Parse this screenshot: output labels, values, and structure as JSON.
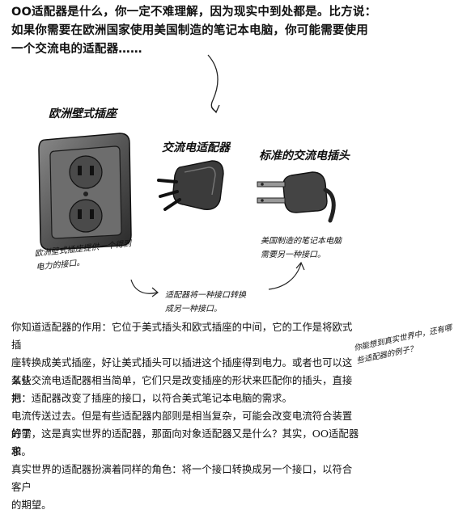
{
  "intro": {
    "line1": "OO适配器是什么，你一定不难理解，因为现实中到处都是。比方说：",
    "line2": "如果你需要在欧洲国家使用美国制造的笔记本电脑，你可能需要使用",
    "line3": "一个交流电的适配器……"
  },
  "labels": {
    "socket_title": "欧洲壁式插座",
    "adapter_title": "交流电适配器",
    "plug_title": "标准的交流电插头"
  },
  "captions": {
    "socket_line1": "欧洲壁式插座提供一个得到",
    "socket_line2": "电力的接口。",
    "adapter_line1": "适配器将一种接口转换",
    "adapter_line2": "成另一种接口。",
    "plug_line1": "美国制造的笔记本电脑",
    "plug_line2": "需要另一种接口。"
  },
  "side_note": {
    "line1": "你能想到真实世界中，还有哪",
    "line2": "些适配器的例子？"
  },
  "paragraphs": {
    "p1_l1": "你知道适配器的作用：它位于美式插头和欧式插座的中间，它的工作是将欧式插",
    "p1_l2": "座转换成美式插座，好让美式插头可以插进这个插座得到电力。或者也可以这么认",
    "p1_l3": "为：适配器改变了插座的接口，以符合美式笔记本电脑的需求。",
    "p2_l1": "某些交流电适配器相当简单，它们只是改变插座的形状来匹配你的插头，直接把",
    "p2_l2": "电流传送过去。但是有些适配器内部则是相当复杂，可能会改变电流符合装置的需",
    "p2_l3": "求。",
    "p3_l1": "好了，这是真实世界的适配器，那面向对象适配器又是什么？其实，OO适配器和",
    "p3_l2": "真实世界的适配器扮演着同样的角色：将一个接口转换成另一个接口，以符合客户",
    "p3_l3": "的期望。"
  }
}
